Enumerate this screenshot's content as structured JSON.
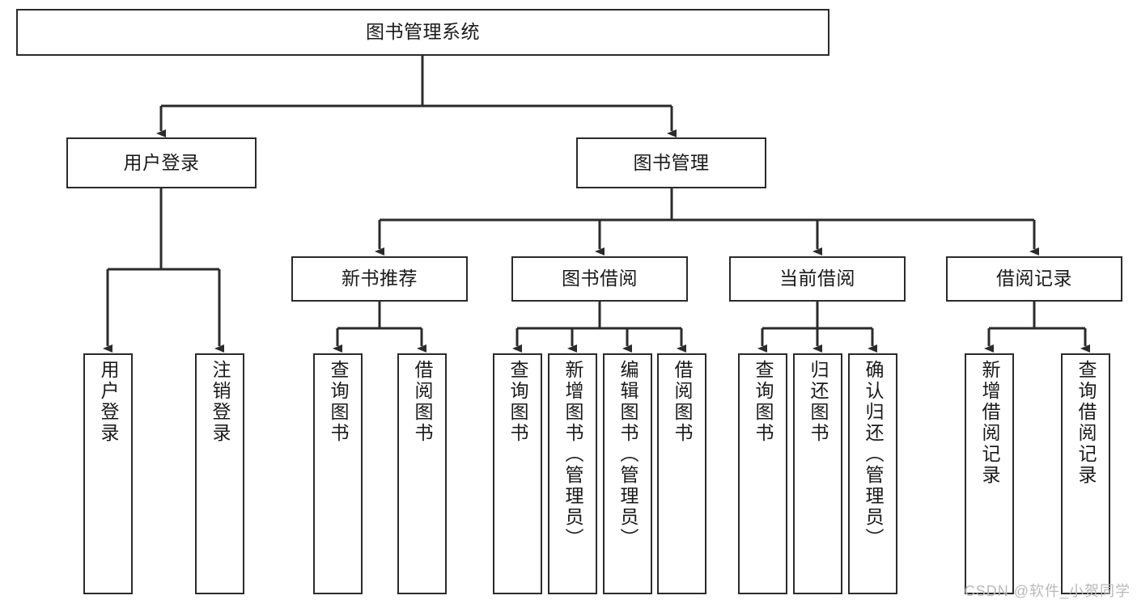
{
  "diagram": {
    "title": "图书管理系统",
    "type": "tree-hierarchy",
    "watermark": "CSDN @软件_小贺同学",
    "colors": {
      "stroke": "#2b2b2b",
      "fill": "#ffffff",
      "text": "#1a1a1a",
      "watermark": "#b9b9b9"
    },
    "nodes": {
      "root": {
        "label": "图书管理系统"
      },
      "level2": [
        {
          "id": "user-login",
          "label": "用户登录"
        },
        {
          "id": "book-manage",
          "label": "图书管理"
        }
      ],
      "level3": [
        {
          "id": "new-book-recommend",
          "label": "新书推荐"
        },
        {
          "id": "book-borrow",
          "label": "图书借阅"
        },
        {
          "id": "current-borrow",
          "label": "当前借阅"
        },
        {
          "id": "borrow-record",
          "label": "借阅记录"
        }
      ],
      "leaves": {
        "user_login": [
          {
            "id": "leaf-user-login",
            "label": "用户登录"
          },
          {
            "id": "leaf-user-logout",
            "label": "注销登录"
          }
        ],
        "new_book_recommend": [
          {
            "id": "leaf-query-book-1",
            "label": "查询图书"
          },
          {
            "id": "leaf-borrow-book-1",
            "label": "借阅图书"
          }
        ],
        "book_borrow": [
          {
            "id": "leaf-query-book-2",
            "label": "查询图书"
          },
          {
            "id": "leaf-add-book",
            "label": "新增图书（管理员）"
          },
          {
            "id": "leaf-edit-book",
            "label": "编辑图书（管理员）"
          },
          {
            "id": "leaf-borrow-book-2",
            "label": "借阅图书"
          }
        ],
        "current_borrow": [
          {
            "id": "leaf-query-book-3",
            "label": "查询图书"
          },
          {
            "id": "leaf-return-book",
            "label": "归还图书"
          },
          {
            "id": "leaf-confirm-return",
            "label": "确认归还（管理员）"
          }
        ],
        "borrow_record": [
          {
            "id": "leaf-add-record",
            "label": "新增借阅记录"
          },
          {
            "id": "leaf-query-record",
            "label": "查询借阅记录"
          }
        ]
      }
    }
  }
}
